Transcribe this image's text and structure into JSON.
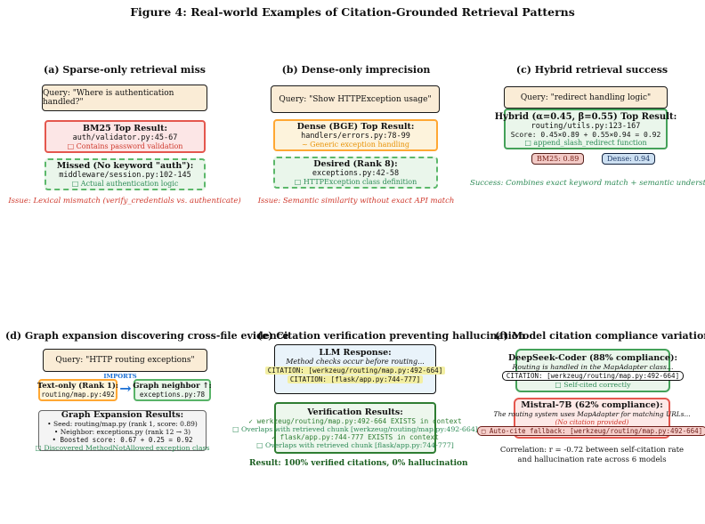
{
  "figure_title": "Figure 4: Real-world Examples of Citation-Grounded Retrieval Patterns",
  "colors": {
    "query_bg": "#FAECD6",
    "sparse_red": "#E4574E",
    "dense_orange": "#FFA733",
    "hybrid_green": "#44A159",
    "highlight_yellow": "#F3EFA3",
    "accent_blue": "#1A6FD4"
  },
  "panel_a": {
    "title": "(a) Sparse-only retrieval miss",
    "query": "Query: \"Where is authentication handled?\"",
    "bm25": {
      "header": "BM25 Top Result:",
      "path": "auth/validator.py:45-67",
      "note": "□ Contains password validation"
    },
    "missed": {
      "header": "Missed (No keyword \"auth\"):",
      "path": "middleware/session.py:102-145",
      "note": "□ Actual authentication logic"
    },
    "issue": "Issue: Lexical mismatch (verify_credentials vs. authenticate)"
  },
  "panel_b": {
    "title": "(b) Dense-only imprecision",
    "query": "Query: \"Show HTTPException usage\"",
    "dense": {
      "header": "Dense (BGE) Top Result:",
      "path": "handlers/errors.py:78-99",
      "note": "~ Generic exception handling"
    },
    "desired": {
      "header": "Desired (Rank 8):",
      "path": "exceptions.py:42-58",
      "note": "□ HTTPException class definition"
    },
    "issue": "Issue: Semantic similarity without exact API match"
  },
  "panel_c": {
    "title": "(c) Hybrid retrieval success",
    "query": "Query: \"redirect handling logic\"",
    "hybrid": {
      "header": "Hybrid (α=0.45, β=0.55) Top Result:",
      "path": "routing/utils.py:123-167",
      "score": "Score: 0.45×0.89 + 0.55×0.94 = 0.92",
      "note": "□ append_slash_redirect function"
    },
    "bm25_chip": "BM25: 0.89",
    "dense_chip": "Dense: 0.94",
    "success": "Success: Combines exact keyword match + semantic understanding"
  },
  "panel_d": {
    "title": "(d) Graph expansion discovering cross-file evidence",
    "query": "Query: \"HTTP routing exceptions\"",
    "text_only": {
      "header": "Text-only (Rank 1):",
      "path": "routing/map.py:492"
    },
    "edge_label": "IMPORTS",
    "arrow_glyph": "→",
    "neighbor": {
      "header": "Graph neighbor ↑:",
      "path": "exceptions.py:78"
    },
    "results": {
      "header": "Graph Expansion Results:",
      "bullet1": "• Seed: routing/map.py (rank 1, score: 0.89)",
      "bullet2": "• Neighbor: exceptions.py (rank 12 → 3)",
      "bullet3": "• Boosted score: 0.67 + 0.25 = 0.92",
      "note": "□ Discovered MethodNotAllowed exception class"
    }
  },
  "panel_e": {
    "title": "(e) Citation verification preventing hallucination",
    "llm": {
      "header": "LLM Response:",
      "body": "Method checks occur before routing...",
      "citation1": "CITATION: [werkzeug/routing/map.py:492-664]",
      "citation2": "CITATION: [flask/app.py:744-777]"
    },
    "verification": {
      "header": "Verification Results:",
      "lines": [
        "✓ werkzeug/routing/map.py:492-664 EXISTS in context",
        "□ Overlaps with retrieved chunk [werkzeug/routing/map.py:492-664]",
        "✓ flask/app.py:744-777 EXISTS in context",
        "□ Overlaps with retrieved chunk [flask/app.py:744-777]"
      ]
    },
    "result": "Result: 100% verified citations, 0% hallucination"
  },
  "panel_f": {
    "title": "(f) Model citation compliance variation",
    "deepseek": {
      "header": "DeepSeek-Coder (88% compliance):",
      "body": "Routing is handled in the MapAdapter class...",
      "citation": "CITATION: [werkzeug/routing/map.py:492-664]",
      "note": "□ Self-cited correctly"
    },
    "mistral": {
      "header": "Mistral-7B (62% compliance):",
      "body": "The routing system uses MapAdapter for matching URLs...",
      "no_citation": "(No citation provided)",
      "fallback": "□ Auto-cite fallback: [werkzeug/routing/map.py:492-664]"
    },
    "correlation_line1": "Correlation: r = -0.72 between self-citation rate",
    "correlation_line2": "and hallucination rate across 6 models"
  }
}
